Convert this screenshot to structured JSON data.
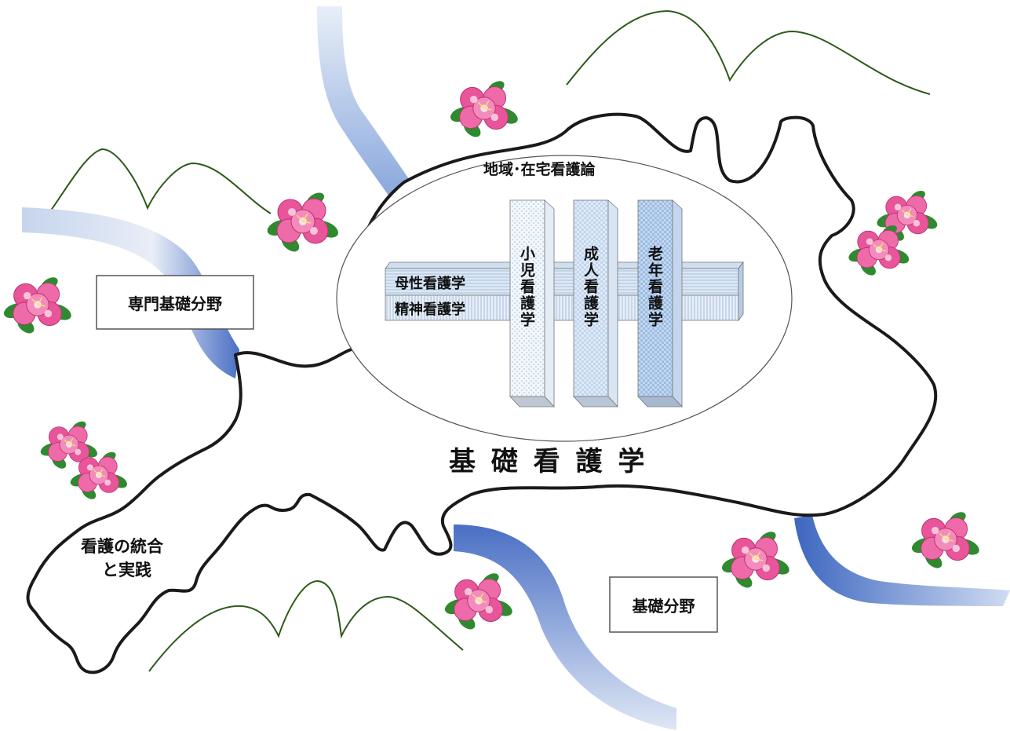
{
  "diagram": {
    "ellipse_top_label": "地域･在宅看護論",
    "horizontal_bars": [
      {
        "label": "母性看護学"
      },
      {
        "label": "精神看護学"
      }
    ],
    "vertical_pillars": [
      {
        "label": "小児看護学"
      },
      {
        "label": "成人看護学"
      },
      {
        "label": "老年看護学"
      }
    ],
    "foundation_label": "基 礎 看 護 学",
    "specialized_box": "専門基礎分野",
    "basic_box": "基礎分野",
    "integration_label_line1": "看護の統合",
    "integration_label_line2": "と実践"
  },
  "colors": {
    "river_dark": "#4a6fc4",
    "river_light": "#c9d7ef",
    "mountain_line": "#2e5a1a",
    "outline": "#1a1a1a",
    "flower_pink": "#e8559a",
    "flower_light": "#f7a8cc",
    "leaf_green": "#2f8a2f",
    "pillar_fill": "#e4eef8",
    "pillar_blue": "#c7daf0"
  },
  "icons": [
    "rhododendron-flower-icon",
    "river",
    "mountain-ridge"
  ]
}
